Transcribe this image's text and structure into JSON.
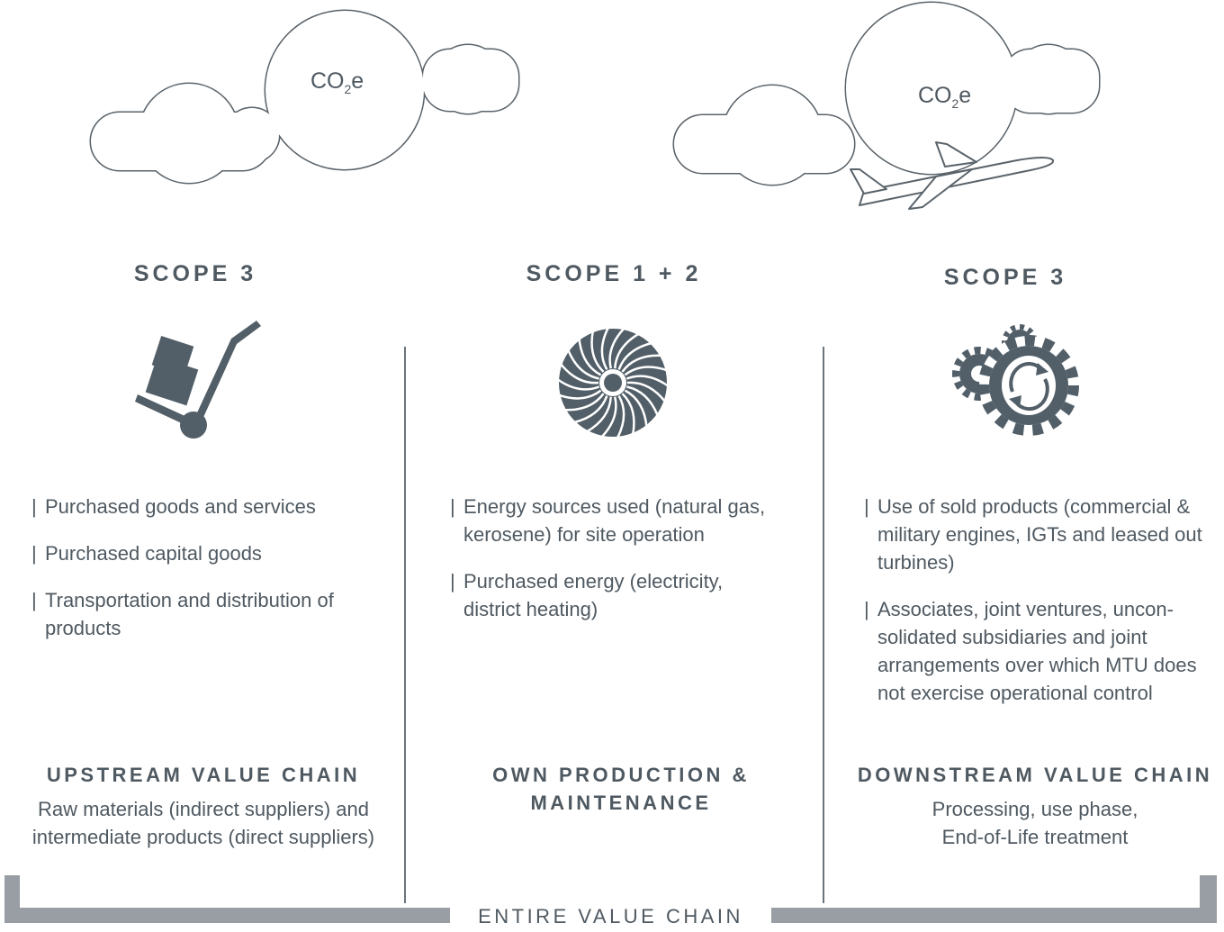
{
  "clouds": [
    {
      "label_main": "CO",
      "label_sub": "2",
      "label_end": "e"
    },
    {
      "label_main": "CO",
      "label_sub": "2",
      "label_end": "e"
    }
  ],
  "columns": [
    {
      "scope": "SCOPE 3",
      "icon": "hand-truck-icon",
      "items": [
        "Purchased goods and services",
        "Purchased capital goods",
        "Transportation and distribution of products"
      ],
      "title": "UPSTREAM VALUE CHAIN",
      "subtitle": "Raw materials (indirect suppliers) and intermediate products (direct suppliers)"
    },
    {
      "scope": "SCOPE 1 + 2",
      "icon": "turbine-icon",
      "items": [
        "Energy sources used (natural gas, kerosene) for site operation",
        "Purchased energy (electricity, district heating)"
      ],
      "title": "OWN PRODUCTION & MAINTENANCE",
      "subtitle": ""
    },
    {
      "scope": "SCOPE 3",
      "icon": "gears-icon",
      "items": [
        "Use of sold products (commercial & military engines, IGTs and leased out turbines)",
        "Associates, joint ventures, uncon-solidated subsidiaries and joint arrangements over which MTU does not exercise operational control"
      ],
      "title": "DOWNSTREAM VALUE CHAIN",
      "subtitle": "Processing, use phase, End-of-Life treatment"
    }
  ],
  "bracket_label": "ENTIRE VALUE CHAIN",
  "bullet": "|",
  "colors": {
    "icon": "#525f68",
    "text": "#4f5961",
    "bracket": "#989ea3"
  }
}
